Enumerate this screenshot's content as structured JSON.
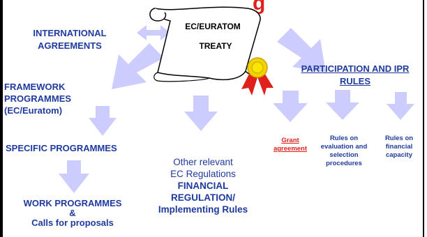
{
  "title_fragment": "g",
  "treaty": {
    "line1": "EC/EURATOM",
    "line2": "TREATY"
  },
  "labels": {
    "international": "INTERNATIONAL AGREEMENTS",
    "participation": "PARTICIPATION AND IPR RULES",
    "framework_1": "FRAMEWORK",
    "framework_2": "PROGRAMMES",
    "framework_3": "(EC/Euratom)",
    "specific": "SPECIFIC PROGRAMMES",
    "work_1": "WORK PROGRAMMES",
    "work_2": "&",
    "work_3": "Calls for proposals",
    "other_1": "Other relevant",
    "other_2": "EC Regulations",
    "other_3": "FINANCIAL",
    "other_4": "REGULATION/",
    "other_5": "Implementing Rules",
    "grant_1": "Grant",
    "grant_2": "agreement",
    "eval_1": "Rules on",
    "eval_2": "evaluation and",
    "eval_3": "selection",
    "eval_4": "procedures",
    "fin_1": "Rules on",
    "fin_2": "financial",
    "fin_3": "capacity"
  },
  "colors": {
    "text_blue": "#1f3a9e",
    "arrow": "#ccccff",
    "accent_red": "#e0201b",
    "seal_gold": "#f2d200"
  }
}
